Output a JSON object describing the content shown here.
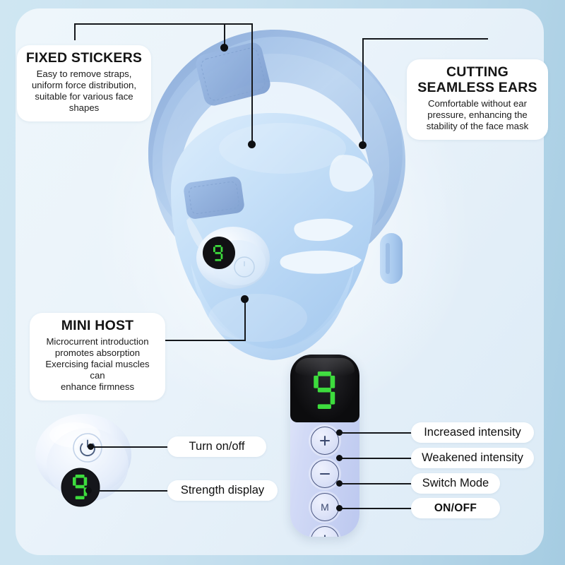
{
  "meta": {
    "product": "Microcurrent facial lifting mask",
    "accent_green": "#3ddc3d",
    "line_color": "#15181c",
    "bg_outer": "#c3dfee",
    "bg_inner": "#eaf3fa"
  },
  "callouts": [
    {
      "id": "fixed-stickers",
      "title": "FIXED STICKERS",
      "body": "Easy to remove straps,\nuniform force distribution,\nsuitable for various face\nshapes"
    },
    {
      "id": "cutting-seamless-ears",
      "title": "CUTTING\nSEAMLESS EARS",
      "body": "Comfortable without ear\npressure, enhancing the\nstability of the face mask"
    },
    {
      "id": "mini-host",
      "title": "MINI HOST",
      "body": "Microcurrent introduction\npromotes absorption\nExercising facial muscles can\nenhance firmness"
    }
  ],
  "device_labels": [
    {
      "id": "turn-on-off",
      "text": "Turn on/off",
      "bold": false
    },
    {
      "id": "strength-display",
      "text": "Strength display",
      "bold": false
    }
  ],
  "remote": {
    "display_value": "9",
    "buttons": [
      {
        "id": "increase",
        "icon": "plus-icon",
        "label": "Increased intensity",
        "bold": false
      },
      {
        "id": "decrease",
        "icon": "minus-icon",
        "label": "Weakened intensity",
        "bold": false
      },
      {
        "id": "mode",
        "icon": "m-icon",
        "label": "Switch Mode",
        "bold": false
      },
      {
        "id": "power",
        "icon": "power-icon",
        "label": "ON/OFF",
        "bold": true
      }
    ]
  },
  "host_device": {
    "display_value": "9",
    "power_icon": "power-icon"
  },
  "mask_host": {
    "display_value": "9"
  }
}
